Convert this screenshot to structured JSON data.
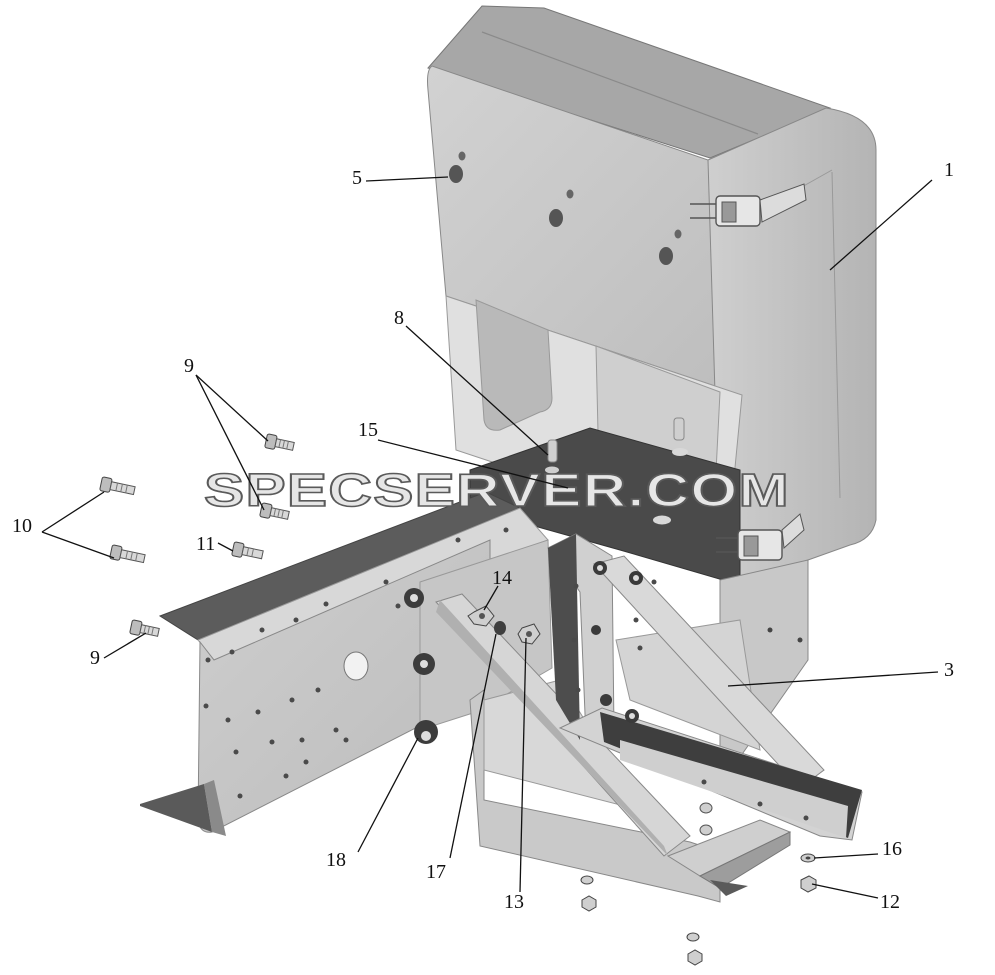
{
  "diagram": {
    "watermark": "SPECSERVER.COM",
    "callouts": {
      "c1": "1",
      "c3": "3",
      "c5": "5",
      "c8": "8",
      "c9a": "9",
      "c9b": "9",
      "c10": "10",
      "c11": "11",
      "c12": "12",
      "c13": "13",
      "c14": "14",
      "c15": "15",
      "c16": "16",
      "c17": "17",
      "c18": "18"
    }
  }
}
